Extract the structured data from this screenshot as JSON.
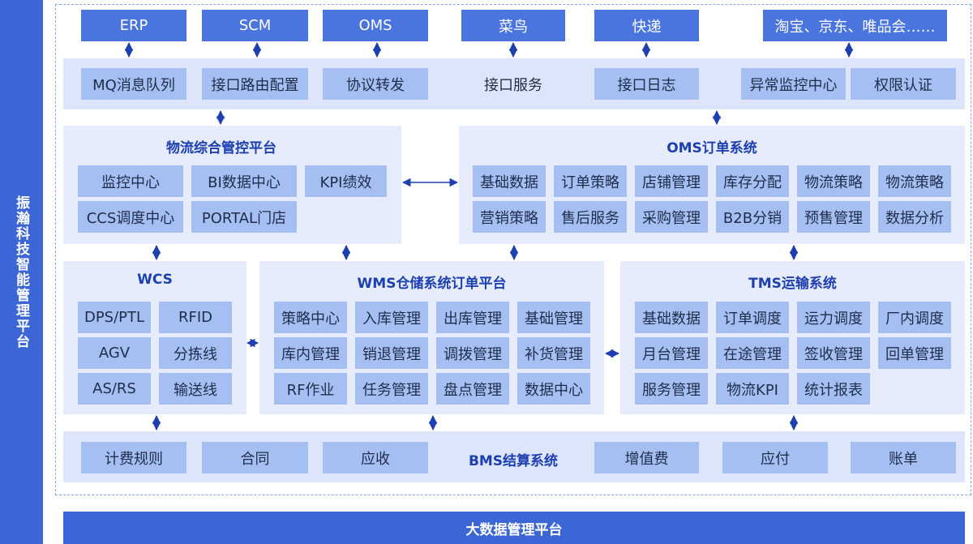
{
  "sidebar": {
    "label": "振瀚科技智能管理平台"
  },
  "external_systems": [
    "ERP",
    "SCM",
    "OMS",
    "菜鸟",
    "快递",
    "淘宝、京东、唯品会……"
  ],
  "interface_layer": {
    "items": [
      "MQ消息队列",
      "接口路由配置",
      "协议转发",
      "接口服务",
      "接口日志",
      "异常监控中心",
      "权限认证"
    ]
  },
  "logistics_platform": {
    "title": "物流综合管控平台",
    "items": [
      "监控中心",
      "BI数据中心",
      "KPI绩效",
      "CCS调度中心",
      "PORTAL门店"
    ]
  },
  "oms": {
    "title": "OMS订单系统",
    "items": [
      "基础数据",
      "订单策略",
      "店铺管理",
      "库存分配",
      "物流策略",
      "物流策略",
      "营销策略",
      "售后服务",
      "采购管理",
      "B2B分销",
      "预售管理",
      "数据分析"
    ]
  },
  "wcs": {
    "title": "WCS",
    "items": [
      "DPS/PTL",
      "RFID",
      "AGV",
      "分拣线",
      "AS/RS",
      "输送线"
    ]
  },
  "wms": {
    "title": "WMS仓储系统订单平台",
    "items": [
      "策略中心",
      "入库管理",
      "出库管理",
      "基础管理",
      "库内管理",
      "销退管理",
      "调拨管理",
      "补货管理",
      "RF作业",
      "任务管理",
      "盘点管理",
      "数据中心"
    ]
  },
  "tms": {
    "title": "TMS运输系统",
    "items": [
      "基础数据",
      "订单调度",
      "运力调度",
      "厂内调度",
      "月台管理",
      "在途管理",
      "签收管理",
      "回单管理",
      "服务管理",
      "物流KPI",
      "统计报表"
    ]
  },
  "bms": {
    "title": "BMS结算系统",
    "items": [
      "计费规则",
      "合同",
      "应收",
      "增值费",
      "应付",
      "账单"
    ]
  },
  "bottom_bar": {
    "label": "大数据管理平台"
  },
  "colors": {
    "sidebar": "#3c65d6",
    "top_box": "#4a74de",
    "band": "#dce5fa",
    "cell": "#a5bff2",
    "panel": "#e6ecfb",
    "title_text": "#1d3fb0",
    "arrow": "#1d3fb0"
  }
}
